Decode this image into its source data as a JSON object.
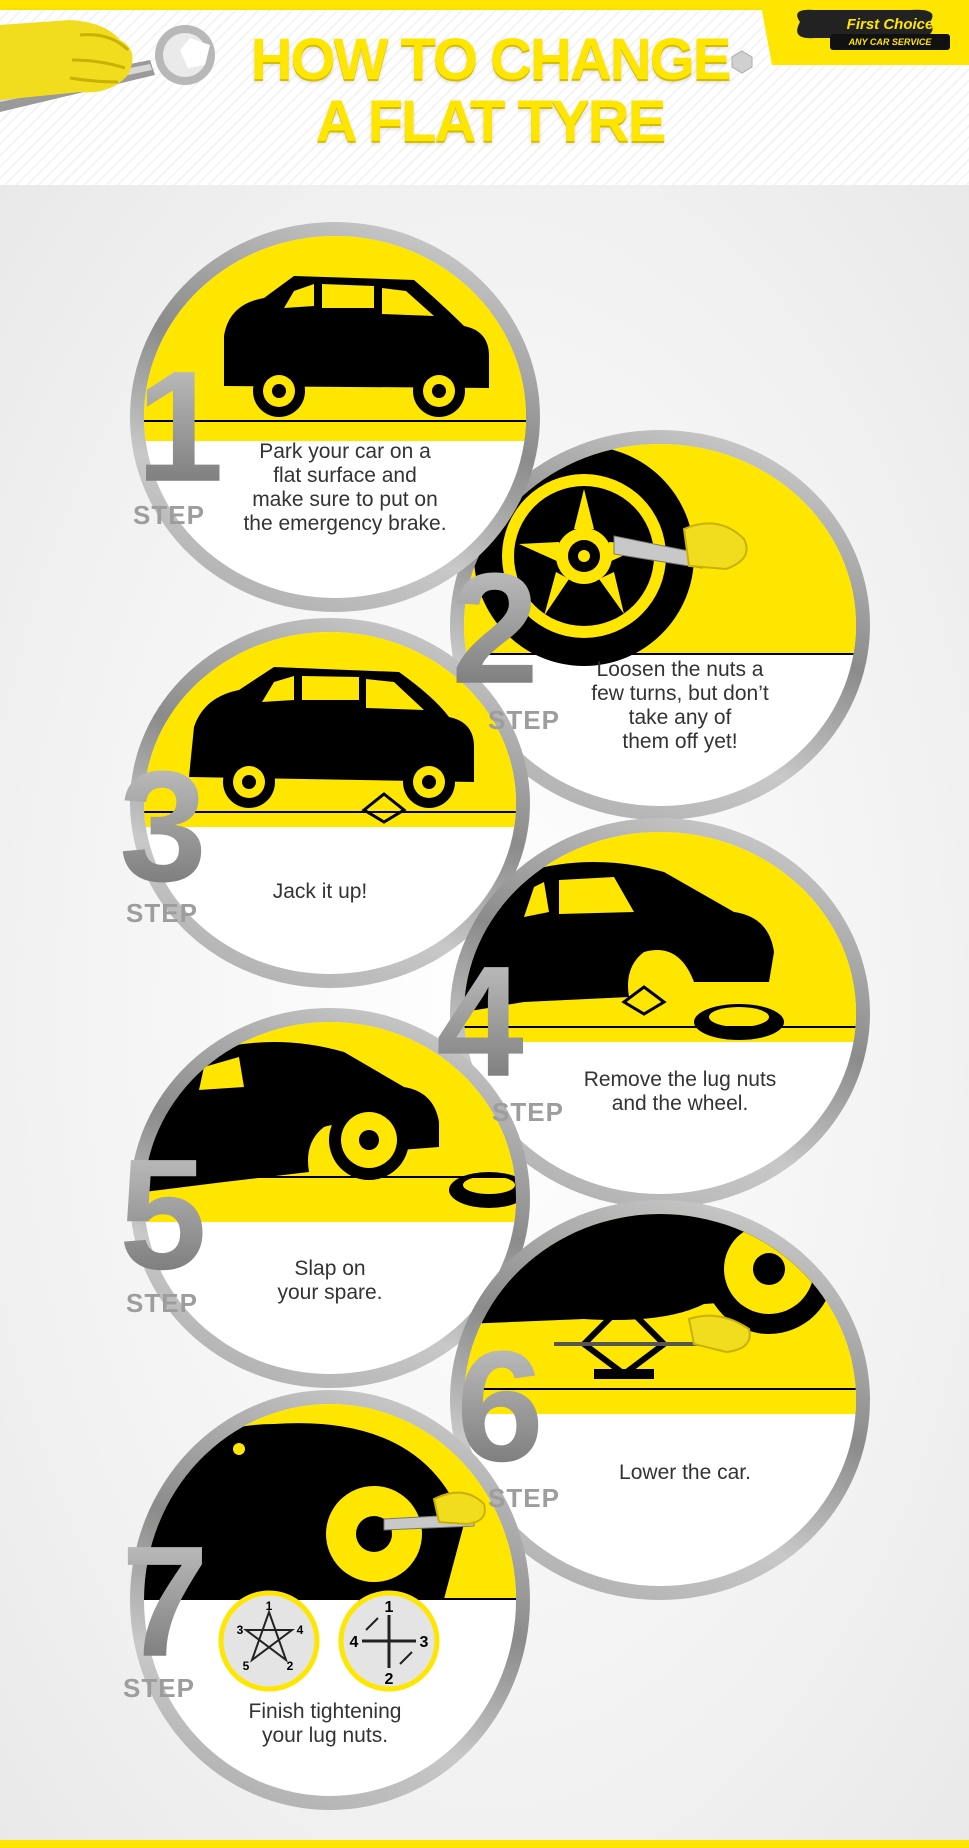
{
  "header": {
    "title_line1": "HOW  TO CHANGE",
    "title_line2": "A FLAT TYRE",
    "logo_name": "First Choice",
    "logo_sub": "ANY CAR SERVICE"
  },
  "step_label": "STEP",
  "steps": [
    {
      "number": "1",
      "text": "Park your car on a\nflat surface and\nmake sure to put on\nthe emergency brake."
    },
    {
      "number": "2",
      "text": "Loosen the nuts a\nfew turns, but don’t\ntake any of\nthem off yet!"
    },
    {
      "number": "3",
      "text": "Jack it up!"
    },
    {
      "number": "4",
      "text": "Remove the lug nuts\nand the wheel."
    },
    {
      "number": "5",
      "text": "Slap on\nyour spare."
    },
    {
      "number": "6",
      "text": "Lower the car."
    },
    {
      "number": "7",
      "text": "Finish tightening\nyour lug nuts."
    }
  ],
  "lug_patterns": {
    "star": [
      "1",
      "2",
      "3",
      "4",
      "5"
    ],
    "cross": [
      "1",
      "2",
      "3",
      "4"
    ]
  },
  "colors": {
    "accent": "#ffe600",
    "dark": "#000000",
    "step_gray": "#9d9d9d"
  }
}
